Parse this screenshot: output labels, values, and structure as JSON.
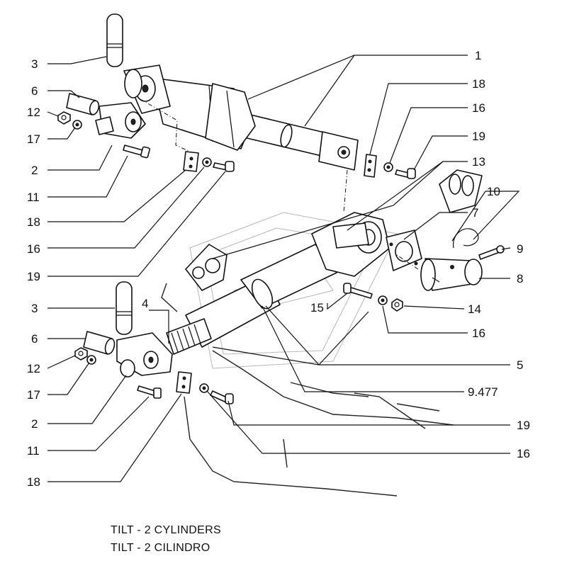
{
  "labels": {
    "l_3a": "3",
    "l_6a": "6",
    "l_12a": "12",
    "l_17a": "17",
    "l_2a": "2",
    "l_11a": "11",
    "l_18a": "18",
    "l_16a": "16",
    "l_19a": "19",
    "l_3b": "3",
    "l_4": "4",
    "l_6b": "6",
    "l_12b": "12",
    "l_17b": "17",
    "l_2b": "2",
    "l_11b": "11",
    "l_18b": "18",
    "l_1": "1",
    "l_18c": "18",
    "l_16c": "16",
    "l_19c": "19",
    "l_13": "13",
    "l_10": "10",
    "l_7": "7",
    "l_9": "9",
    "l_8": "8",
    "l_15": "15",
    "l_14": "14",
    "l_16d": "16",
    "l_5": "5",
    "l_9477": "9.477",
    "l_19d": "19",
    "l_16e": "16"
  },
  "caption": {
    "line1": "TILT - 2 CYLINDERS",
    "line2": "TILT - 2 CILINDRO"
  }
}
